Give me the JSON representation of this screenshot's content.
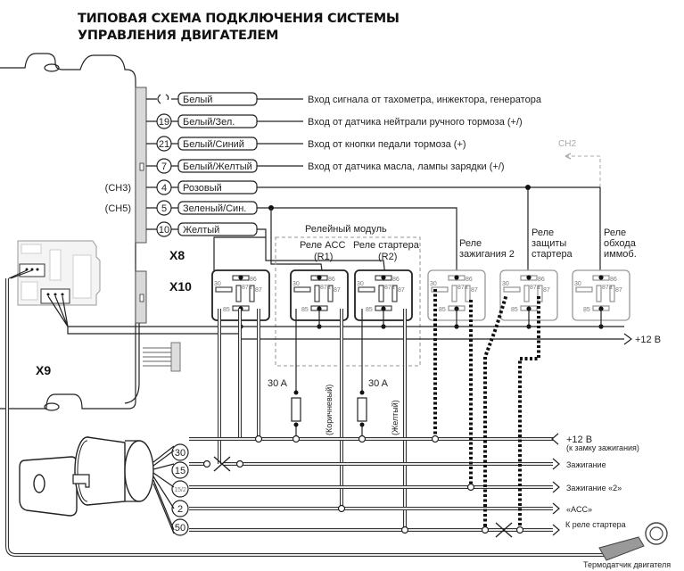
{
  "title": {
    "line1": "ТИПОВАЯ СХЕМА ПОДКЛЮЧЕНИЯ СИСТЕМЫ",
    "line2": "УПРАВЛЕНИЯ ДВИГАТЕЛЕМ"
  },
  "connectors": {
    "x8": "X8",
    "x10": "X10",
    "x9": "X9"
  },
  "channel_labels": {
    "ch3": "(CH3)",
    "ch5": "(CH5)",
    "ch2": "CH2"
  },
  "wires": [
    {
      "pin": "",
      "pin_icon": "tacho-signal-icon",
      "color": "Белый",
      "description": "Вход сигнала от тахометра, инжектора, генератора"
    },
    {
      "pin": "19",
      "color": "Белый/Зел.",
      "description": "Вход от датчика нейтрали ручного тормоза (+/)"
    },
    {
      "pin": "21",
      "color": "Белый/Синий",
      "description": "Вход от кнопки педали тормоза (+)"
    },
    {
      "pin": "7",
      "color": "Белый/Желтый",
      "description": "Вход от датчика масла, лампы зарядки (+/)"
    },
    {
      "pin": "4",
      "color": "Розовый",
      "description": ""
    },
    {
      "pin": "5",
      "color": "Зеленый/Син.",
      "description": ""
    },
    {
      "pin": "10",
      "color": "Желтый",
      "description": ""
    }
  ],
  "relay_module": {
    "title": "Релейный модуль",
    "relay_acc": {
      "line1": "Реле ACC",
      "line2": "(R1)"
    },
    "relay_starter": {
      "line1": "Реле стартера",
      "line2": "(R2)"
    }
  },
  "external_relays": {
    "ignition2": {
      "line1": "Реле",
      "line2": "зажигания 2"
    },
    "starter_protect": {
      "line1": "Реле",
      "line2": "защиты",
      "line3": "стартера"
    },
    "immo_bypass": {
      "line1": "Реле",
      "line2": "обхода",
      "line3": "иммоб."
    }
  },
  "relay_pins": {
    "p30": "30",
    "p85": "85",
    "p86": "86",
    "p87": "87",
    "p87a": "87a"
  },
  "fuses": [
    {
      "rating": "30 A",
      "wire_color": "(Коричневый)"
    },
    {
      "rating": "30 A",
      "wire_color": "(Желтый)"
    }
  ],
  "supply": {
    "plus12": "+12 B"
  },
  "ignition_switch": {
    "terminals": [
      "30",
      "15",
      "15/2",
      "2",
      "50"
    ],
    "outputs": [
      {
        "line1": "+12 B",
        "line2": "(к замку зажигания)"
      },
      {
        "line1": "Зажигание"
      },
      {
        "line1": "Зажигание «2»"
      },
      {
        "line1": "«ACC»"
      },
      {
        "line1": "К реле стартера"
      }
    ]
  },
  "sensor": {
    "label": "Термодатчик двигателя"
  }
}
